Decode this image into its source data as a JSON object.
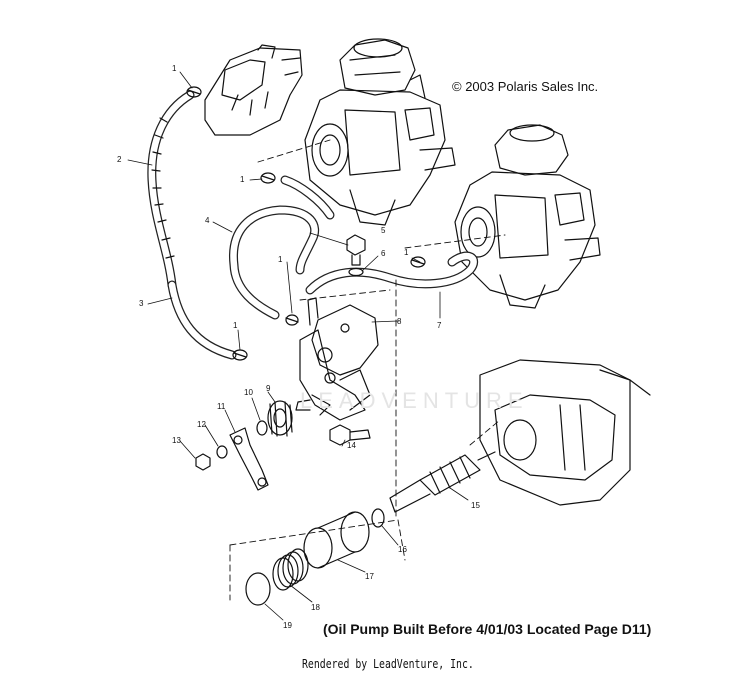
{
  "copyright": "© 2003 Polaris Sales Inc.",
  "note": "(Oil Pump Built Before 4/01/03 Located Page D11)",
  "footer": "Rendered by LeadVenture, Inc.",
  "watermark": "LEADVENTURE",
  "callouts": [
    "1",
    "2",
    "3",
    "4",
    "5",
    "6",
    "7",
    "8",
    "9",
    "10",
    "11",
    "12",
    "13",
    "14",
    "15",
    "16",
    "17",
    "18",
    "19"
  ],
  "callout_1b": "1",
  "callout_1c": "1",
  "callout_1d": "1",
  "callout_1e": "1"
}
